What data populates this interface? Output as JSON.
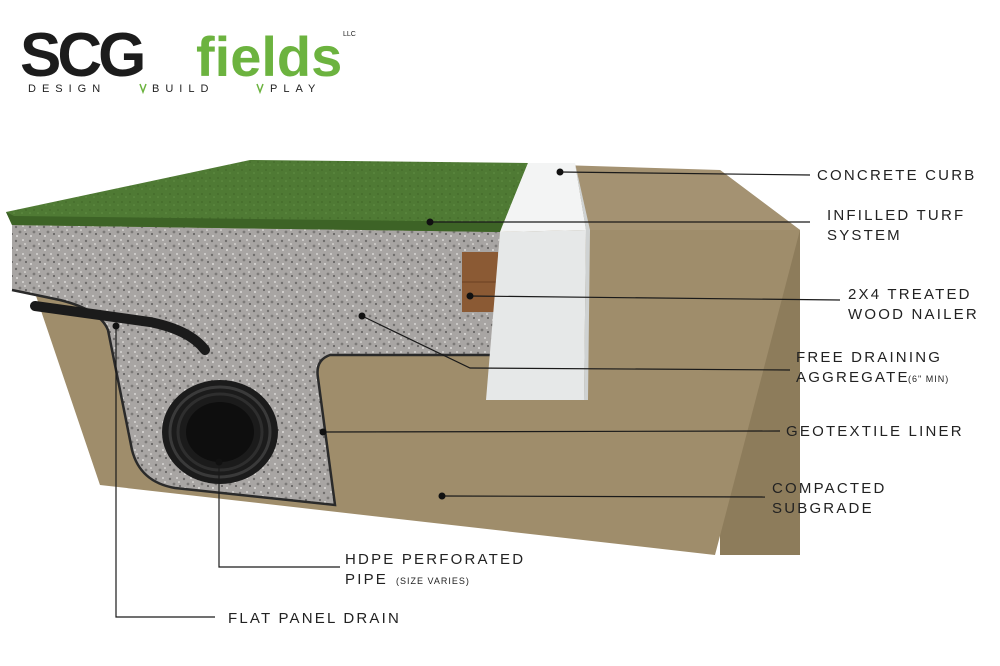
{
  "logo": {
    "brand_dark": "SCG",
    "brand_green": "fields",
    "suffix": "LLC",
    "tagline": [
      "DESIGN",
      "BUILD",
      "PLAY"
    ],
    "colors": {
      "dark": "#1c1c1c",
      "green": "#6cb33f"
    }
  },
  "labels": {
    "concrete_curb": "CONCRETE CURB",
    "infilled_turf_1": "INFILLED TURF",
    "infilled_turf_2": "SYSTEM",
    "wood_nailer_1": "2X4 TREATED",
    "wood_nailer_2": "WOOD NAILER",
    "aggregate_1": "FREE DRAINING",
    "aggregate_2": "AGGREGATE",
    "aggregate_note": "(6\" MIN)",
    "geotextile": "GEOTEXTILE LINER",
    "subgrade_1": "COMPACTED",
    "subgrade_2": "SUBGRADE",
    "pipe_1": "HDPE PERFORATED",
    "pipe_2": "PIPE",
    "pipe_note": "(SIZE VARIES)",
    "panel_drain": "FLAT PANEL DRAIN"
  },
  "colors": {
    "turf": "#4f7a34",
    "soil": "#a08e6c",
    "soil_dark": "#8a7a5a",
    "gravel": "#a9a6a4",
    "concrete": "#e9ebeb",
    "wood": "#8b5a34",
    "pipe": "#1b1b1b"
  }
}
